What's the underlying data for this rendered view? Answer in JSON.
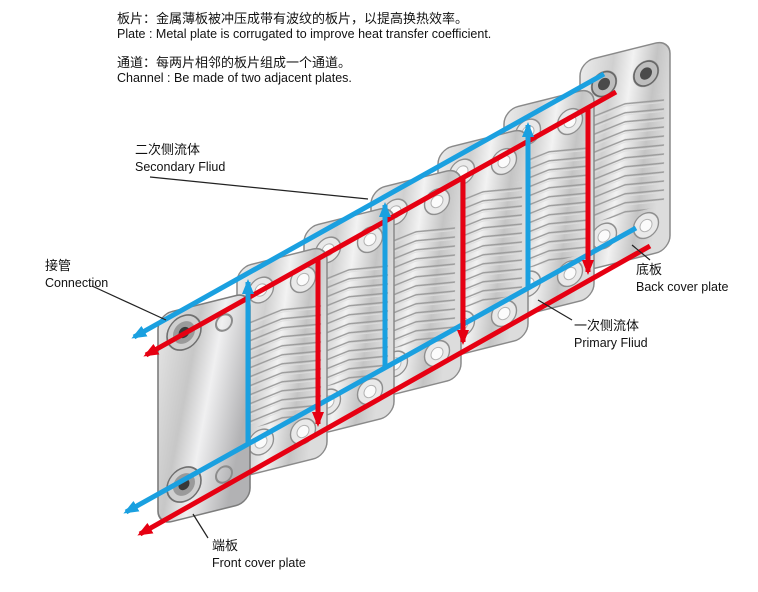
{
  "colors": {
    "primary_flow": "#e60012",
    "secondary_flow": "#1aa0e0",
    "plate_metal": "#d2d2d2",
    "leader_line": "#222222"
  },
  "header": {
    "plate_cn": "板片：金属薄板被冲压成带有波纹的板片，以提高换热效率。",
    "plate_en": "Plate : Metal plate is corrugated to improve heat transfer coefficient.",
    "channel_cn": "通道：每两片相邻的板片组成一个通道。",
    "channel_en": "Channel : Be made of two adjacent plates."
  },
  "labels": {
    "secondary": {
      "cn": "二次侧流体",
      "en": "Secondary Fliud"
    },
    "connection": {
      "cn": "接管",
      "en": "Connection"
    },
    "back_cover": {
      "cn": "底板",
      "en": "Back cover plate"
    },
    "primary": {
      "cn": "一次侧流体",
      "en": "Primary Fliud"
    },
    "front_cover": {
      "cn": "端板",
      "en": "Front cover plate"
    }
  }
}
